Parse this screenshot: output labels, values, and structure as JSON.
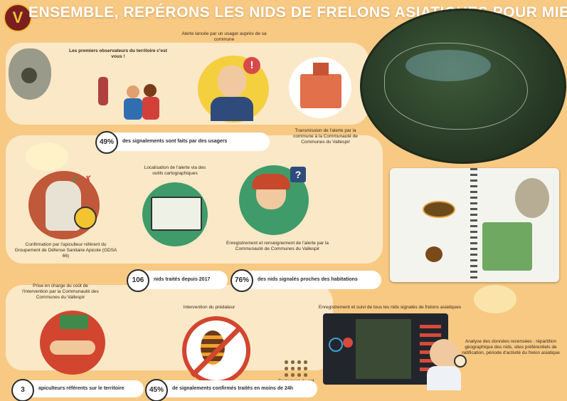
{
  "header": {
    "title": "ENSEMBLE, REPÉRONS LES NIDS DE FRELONS ASIATIQUES POUR MIEUX LUTTER",
    "logo_letter": "V"
  },
  "steps": {
    "observers": "Les premiers observateurs du territoire c'est vous !",
    "alert": "Alerte lancée par un usager auprès de sa commune",
    "transmission": "Transmission de l'alerte par la commune à la Communauté de Communes du Vallespir",
    "localisation": "Localisation de l'alerte via des outils cartographiques",
    "registration": "Enregistrement et renseignement de l'alerte par la Communauté de Communes du Vallespir",
    "confirmation": "Confirmation par l'apiculteur référent du Groupement de Défense Sanitaire Apicole (GDSA 66)",
    "cost": "Prise en charge du coût de l'intervention par la Communauté des Communes du Vallespir",
    "intervention": "Intervention du prédateur",
    "treatment": "Traitement du nid",
    "tracking": "Enregistrement et suivi de tous les nids signalés de frelons asiatiques",
    "analysis": "Analyse des données recensées : répartition géographique des nids, sites préférentiels de nidification, période d'activité du frelon asiatique"
  },
  "stats": {
    "users_pct": "49%",
    "users_text": "des signalements sont faits par des usagers",
    "nests_count": "106",
    "nests_text": "nids traités depuis 2017",
    "near_pct": "76%",
    "near_text": "des nids signalés proches des habitations",
    "beekeepers_count": "3",
    "beekeepers_text": "apiculteurs référents sur le territoire",
    "confirmed_pct": "45%",
    "confirmed_text": "de signalements confirmés traités en moins de 24h"
  },
  "colors": {
    "background": "#f7c983",
    "road": "#fbe8c7",
    "title": "#ffffff",
    "badge_border": "#2c2c2c"
  }
}
